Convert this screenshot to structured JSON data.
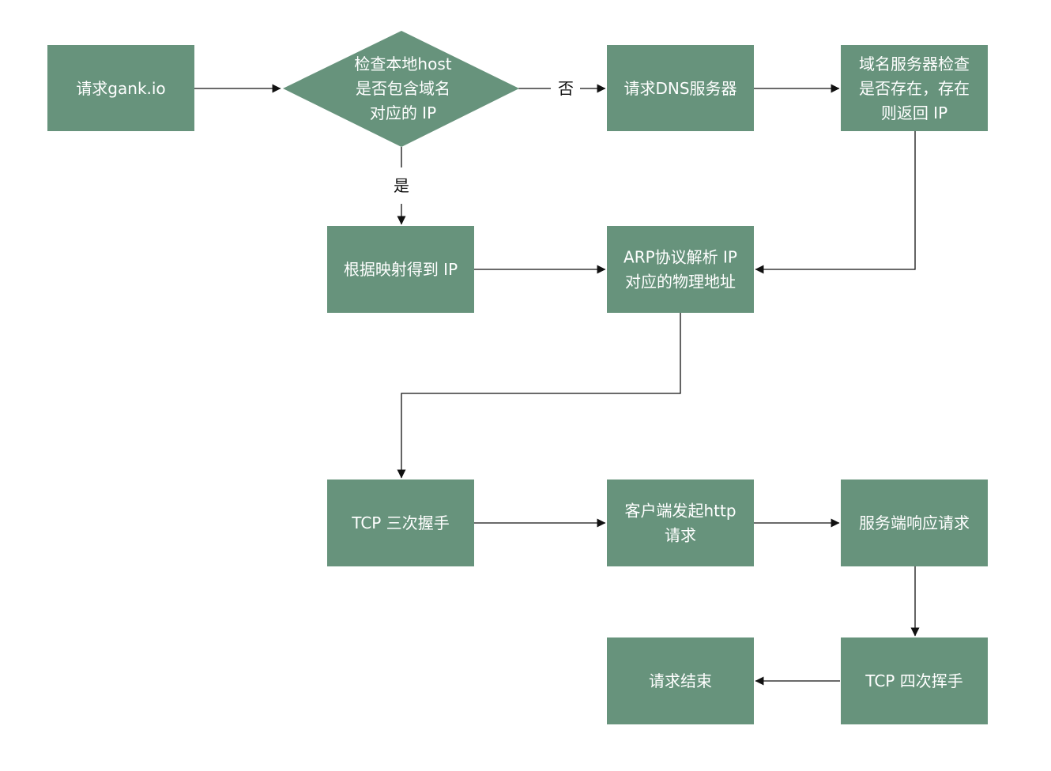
{
  "diagram": {
    "colors": {
      "node_fill": "#67937c",
      "node_text": "#ffffff",
      "edge": "#111111",
      "background": "#ffffff"
    },
    "nodes": {
      "request_gank": {
        "lines": [
          "请求gank.io"
        ]
      },
      "check_host": {
        "lines": [
          "检查本地host",
          "是否包含域名",
          "对应的 IP"
        ]
      },
      "request_dns": {
        "lines": [
          "请求DNS服务器"
        ]
      },
      "dns_check": {
        "lines": [
          "域名服务器检查",
          "是否存在，存在",
          "则返回 IP"
        ]
      },
      "map_ip": {
        "lines": [
          "根据映射得到 IP"
        ]
      },
      "arp": {
        "lines": [
          "ARP协议解析 IP",
          "对应的物理地址"
        ]
      },
      "tcp_handshake": {
        "lines": [
          "TCP 三次握手"
        ]
      },
      "client_http": {
        "lines": [
          "客户端发起http",
          "请求"
        ]
      },
      "server_response": {
        "lines": [
          "服务端响应请求"
        ]
      },
      "tcp_wave": {
        "lines": [
          "TCP 四次挥手"
        ]
      },
      "request_end": {
        "lines": [
          "请求结束"
        ]
      }
    },
    "edge_labels": {
      "no": "否",
      "yes": "是"
    }
  }
}
